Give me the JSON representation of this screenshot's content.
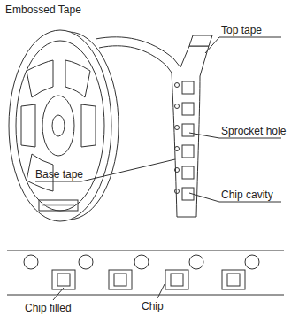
{
  "diagram": {
    "title": "Embossed Tape",
    "labels": [
      "Top tape",
      "Sprocket hole",
      "Base tape",
      "Chip cavity",
      "Chip filled",
      "Chip"
    ]
  }
}
